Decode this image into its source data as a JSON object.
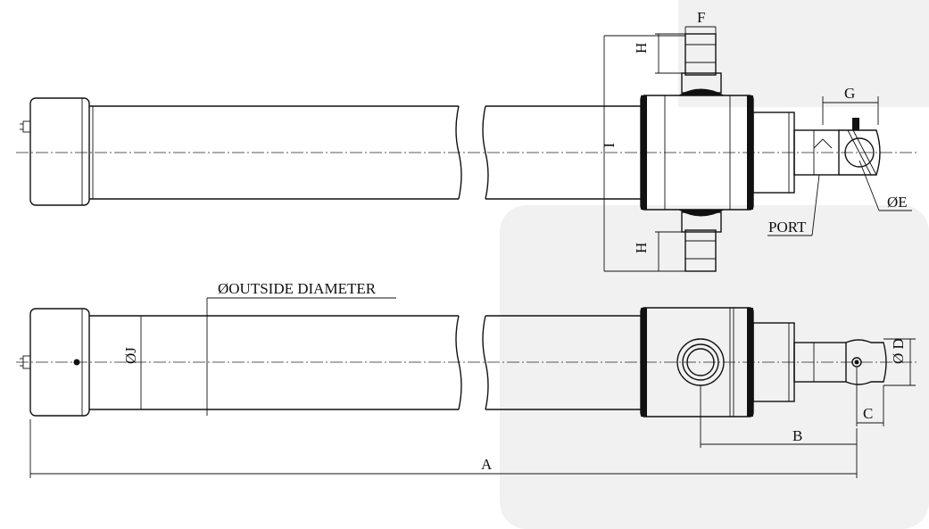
{
  "drawing": {
    "labels": {
      "a": "A",
      "b": "B",
      "c": "C",
      "d": "Ø D",
      "e": "ØE",
      "f": "F",
      "g": "G",
      "h_top": "H",
      "h_bottom": "H",
      "i": "I",
      "j": "ØJ",
      "port": "PORT",
      "outside_diameter": "ØOUTSIDE DIAMETER"
    },
    "colors": {
      "line": "#111111",
      "background": "#ffffff"
    }
  }
}
